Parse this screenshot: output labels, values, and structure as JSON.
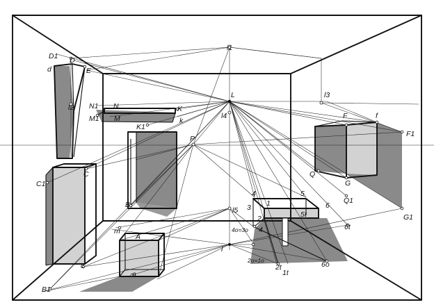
{
  "figure": {
    "points": {
      "D1": "D1",
      "d": "d",
      "D": "D",
      "E": "E",
      "l1": "l1",
      "l2": "l2",
      "l3": "l3",
      "l4": "l4",
      "l5": "l5",
      "l": "l",
      "L": "L",
      "N1": "N1",
      "N": "N",
      "K": "K",
      "k": "k",
      "M1": "M1",
      "M": "M",
      "K1": "K1",
      "P": "P",
      "F": "F",
      "f": "f",
      "F1": "F1",
      "Q": "Q",
      "G": "G",
      "Q1": "Q1",
      "G1": "G1",
      "C1": "C1",
      "C": "C",
      "c": "c",
      "B": "B",
      "B1": "B1",
      "m": "m",
      "A": "A",
      "a": "a",
      "p1": "1",
      "p3": "3",
      "p4": "4",
      "p5": "5",
      "p5t": "5t",
      "p6": "6",
      "p6t": "6t",
      "p2": "2",
      "p4b": "4",
      "p43o": "4o=3o",
      "p2o1o": "2o=1o",
      "p2t": "2t",
      "p1t": "1t",
      "p6o": "6o"
    },
    "colors": {
      "shadow_dark": "#8a8a8a",
      "shadow_light": "#c8c8c8",
      "line": "#111111"
    }
  }
}
